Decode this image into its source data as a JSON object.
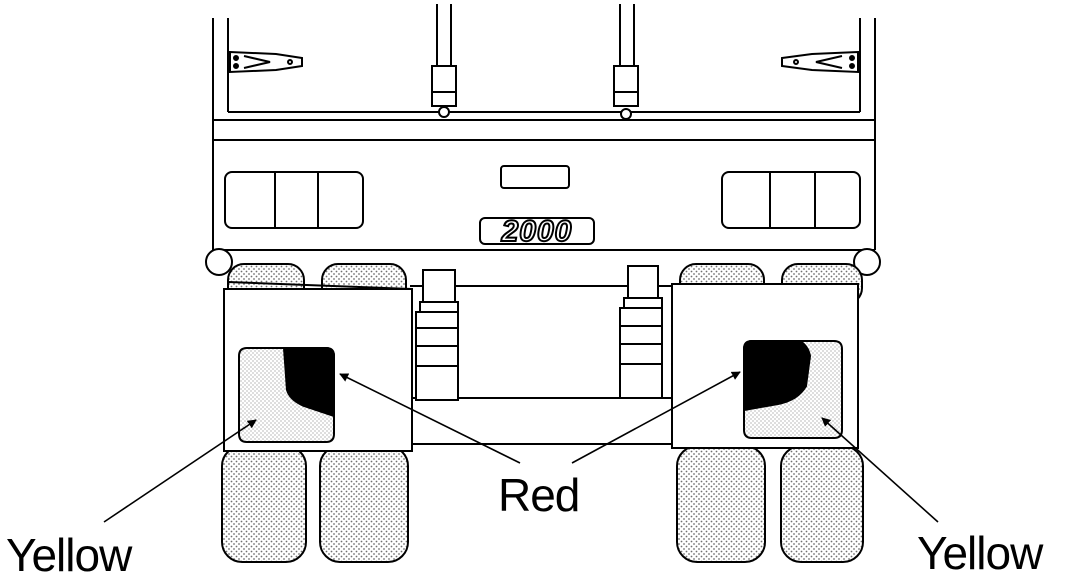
{
  "labels": {
    "red": "Red",
    "yellow_left": "Yellow",
    "yellow_right": "Yellow"
  },
  "plate": {
    "text": "2000"
  },
  "colors": {
    "ink": "#000000",
    "paper": "#ffffff",
    "tyre_dots": "#707070"
  }
}
